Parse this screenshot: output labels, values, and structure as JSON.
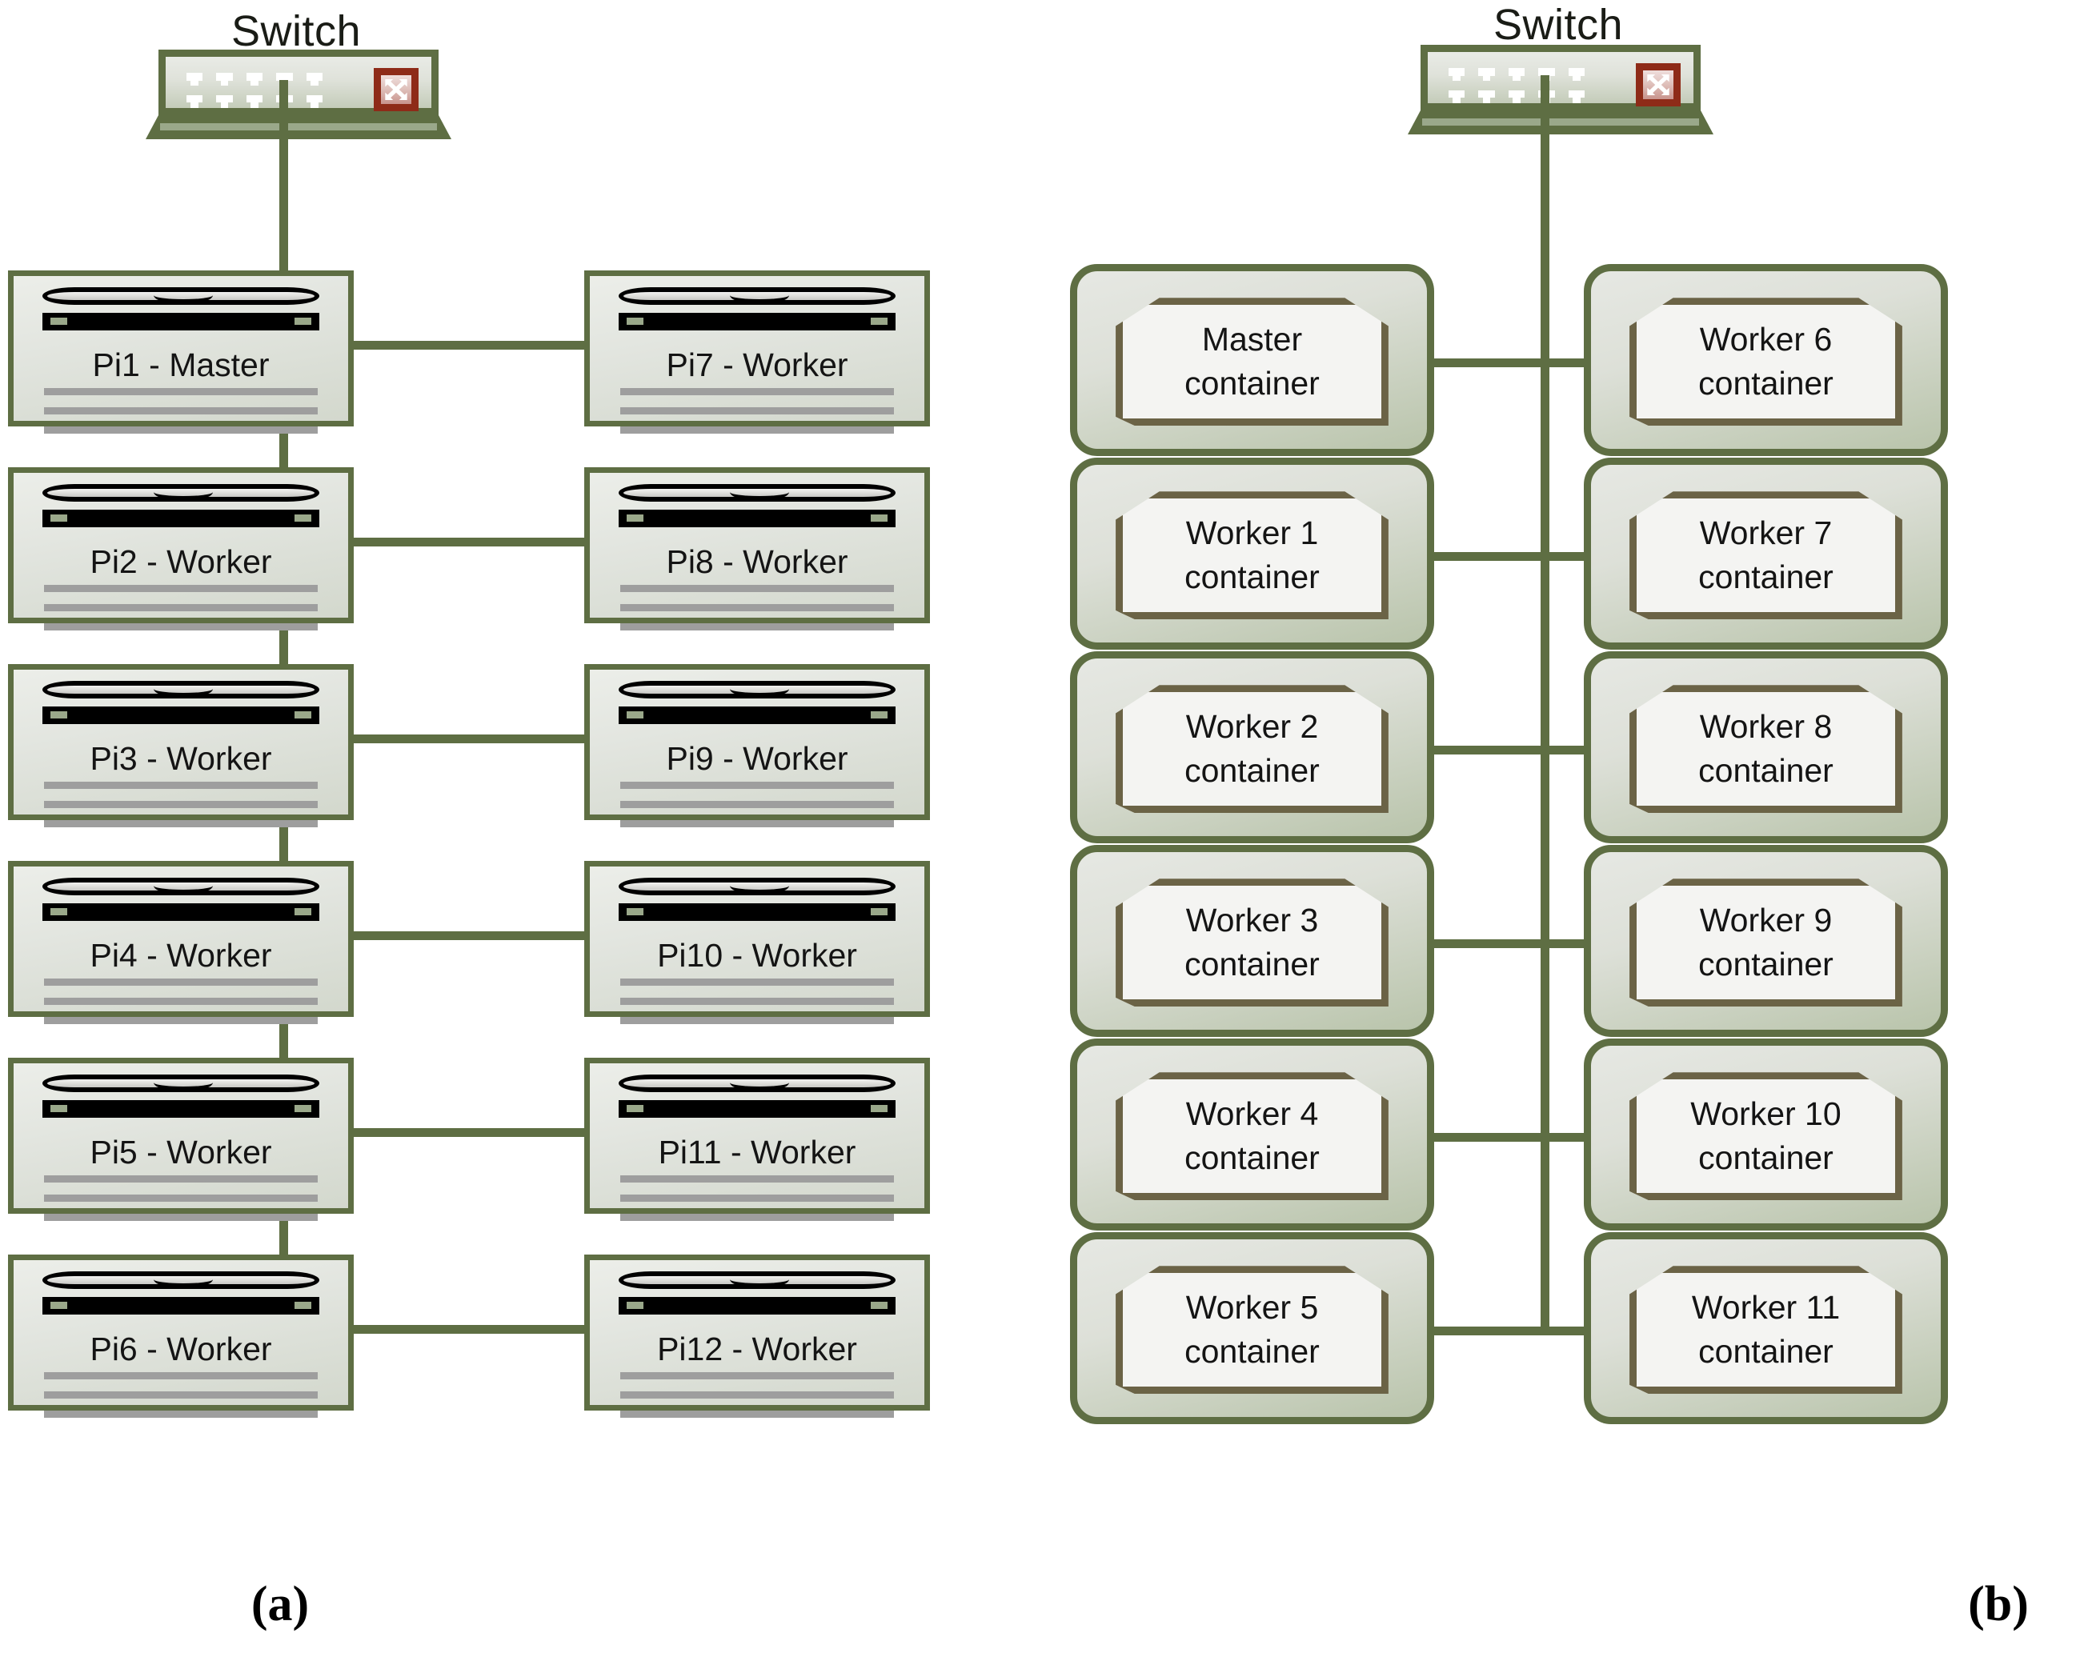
{
  "figure": {
    "panels": [
      {
        "id": "a",
        "caption": "(a)"
      },
      {
        "id": "b",
        "caption": "(b)"
      }
    ],
    "colors": {
      "border_green": "#5e6e43",
      "fill_light": "#e6e8e3",
      "fill_dark": "#b9c4ab",
      "badge_red": "#8e2b18",
      "inner_border": "#6b6346",
      "inner_fill": "#f4f4f2",
      "line_gray": "#9e9e9e",
      "led_green": "#9aa88a",
      "text_black": "#141414"
    }
  },
  "panel_a": {
    "switch": {
      "title": "Switch",
      "icon": "network-switch-icon",
      "badge_icon": "crossed-arrows-icon",
      "port_count": 10
    },
    "left_column": [
      {
        "label": "Pi1 - Master",
        "role": "Master"
      },
      {
        "label": "Pi2 - Worker",
        "role": "Worker"
      },
      {
        "label": "Pi3 - Worker",
        "role": "Worker"
      },
      {
        "label": "Pi4 - Worker",
        "role": "Worker"
      },
      {
        "label": "Pi5 - Worker",
        "role": "Worker"
      },
      {
        "label": "Pi6 - Worker",
        "role": "Worker"
      }
    ],
    "right_column": [
      {
        "label": "Pi7 - Worker",
        "role": "Worker"
      },
      {
        "label": "Pi8 - Worker",
        "role": "Worker"
      },
      {
        "label": "Pi9 - Worker",
        "role": "Worker"
      },
      {
        "label": "Pi10 - Worker",
        "role": "Worker"
      },
      {
        "label": "Pi11 - Worker",
        "role": "Worker"
      },
      {
        "label": "Pi12 - Worker",
        "role": "Worker"
      }
    ],
    "caption": "(a)"
  },
  "panel_b": {
    "switch": {
      "title": "Switch",
      "icon": "network-switch-icon",
      "badge_icon": "crossed-arrows-icon",
      "port_count": 10
    },
    "left_column": [
      {
        "line1": "Master",
        "line2": "container"
      },
      {
        "line1": "Worker 1",
        "line2": "container"
      },
      {
        "line1": "Worker 2",
        "line2": "container"
      },
      {
        "line1": "Worker 3",
        "line2": "container"
      },
      {
        "line1": "Worker 4",
        "line2": "container"
      },
      {
        "line1": "Worker 5",
        "line2": "container"
      }
    ],
    "right_column": [
      {
        "line1": "Worker 6",
        "line2": "container"
      },
      {
        "line1": "Worker 7",
        "line2": "container"
      },
      {
        "line1": "Worker 8",
        "line2": "container"
      },
      {
        "line1": "Worker 9",
        "line2": "container"
      },
      {
        "line1": "Worker 10",
        "line2": "container"
      },
      {
        "line1": "Worker 11",
        "line2": "container"
      }
    ],
    "caption": "(b)"
  }
}
